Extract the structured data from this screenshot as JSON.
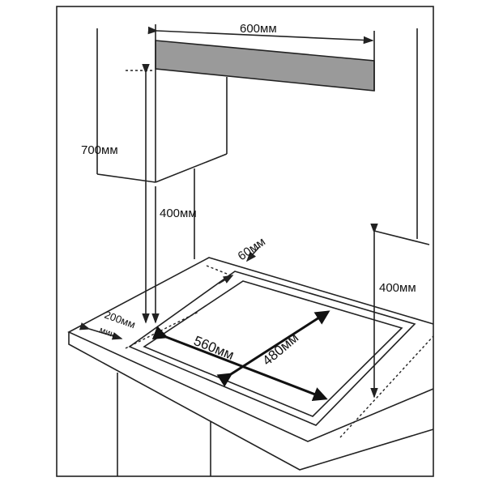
{
  "diagram": {
    "labels": {
      "hood_width": "600мм",
      "wall_cabinet_height": "700мм",
      "left_clearance": "400мм",
      "back_gap": "60мм",
      "right_clearance": "400мм",
      "side_min": "200мм",
      "side_min_suffix": "мин.",
      "cutout_width": "560мм",
      "cutout_depth": "480мм"
    },
    "colors": {
      "hood": "#9a9a9a",
      "line": "#222222"
    }
  }
}
